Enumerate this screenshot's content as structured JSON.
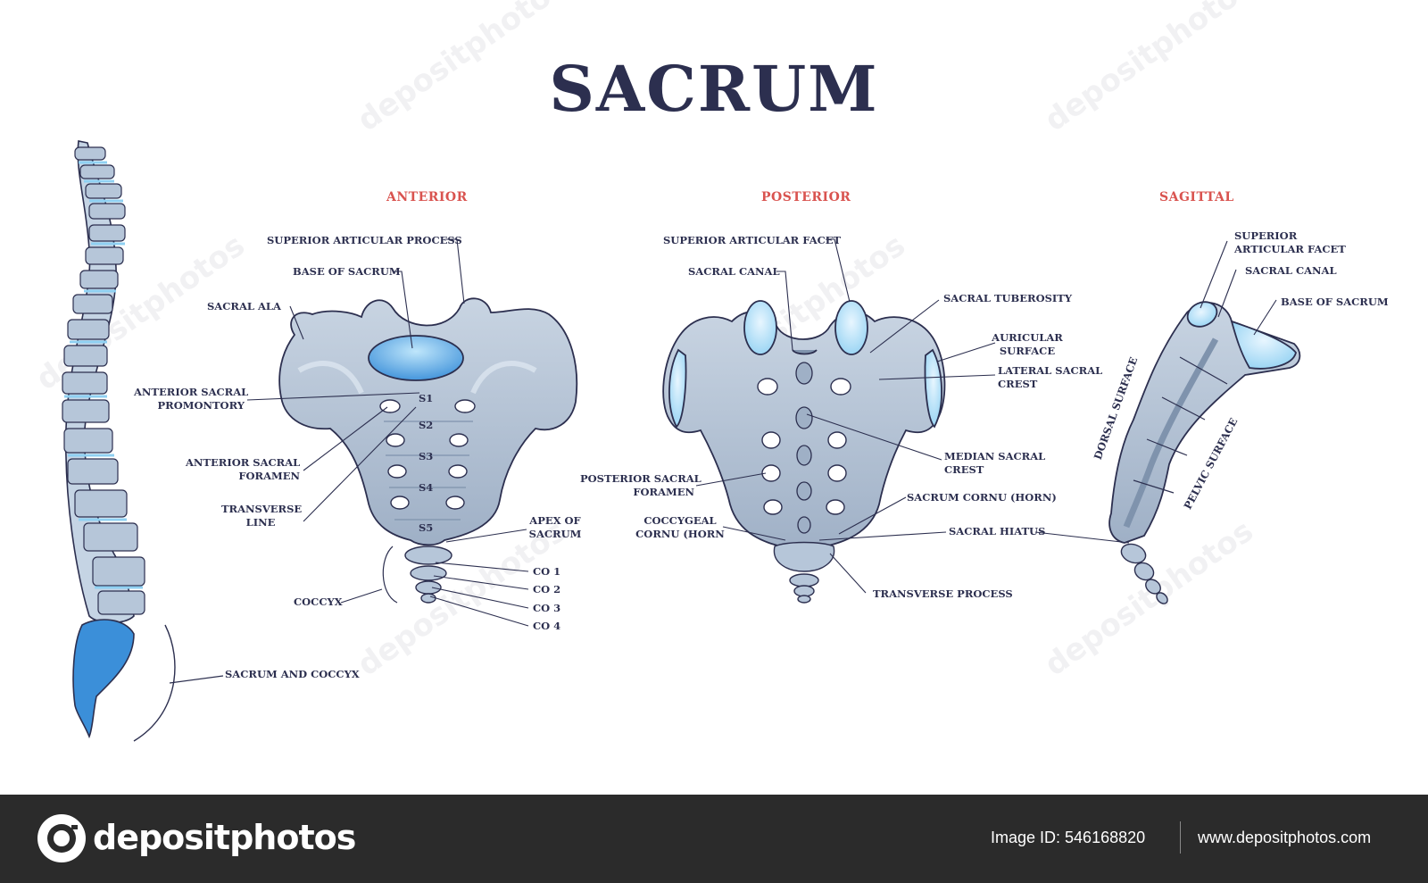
{
  "title": "SACRUM",
  "views": {
    "anterior": "ANTERIOR",
    "posterior": "POSTERIOR",
    "sagittal": "SAGITTAL"
  },
  "spine_labels": {
    "sacrum_and_coccyx": "SACRUM AND COCCYX"
  },
  "anterior_labels": {
    "superior_articular_process": "SUPERIOR ARTICULAR PROCESS",
    "base_of_sacrum": "BASE OF SACRUM",
    "sacral_ala": "SACRAL ALA",
    "anterior_sacral_promontory_1": "ANTERIOR SACRAL",
    "anterior_sacral_promontory_2": "PROMONTORY",
    "anterior_sacral_foramen_1": "ANTERIOR SACRAL",
    "anterior_sacral_foramen_2": "FORAMEN",
    "transverse_line_1": "TRANSVERSE",
    "transverse_line_2": "LINE",
    "coccyx": "COCCYX",
    "apex_1": "APEX OF",
    "apex_2": "SACRUM",
    "s1": "S1",
    "s2": "S2",
    "s3": "S3",
    "s4": "S4",
    "s5": "S5",
    "co1": "CO 1",
    "co2": "CO 2",
    "co3": "CO 3",
    "co4": "CO 4"
  },
  "posterior_labels": {
    "superior_articular_facet": "SUPERIOR ARTICULAR FACET",
    "sacral_canal": "SACRAL CANAL",
    "sacral_tuberosity": "SACRAL TUBEROSITY",
    "auricular_surface_1": "AURICULAR",
    "auricular_surface_2": "SURFACE",
    "lateral_sacral_crest_1": "LATERAL SACRAL",
    "lateral_sacral_crest_2": "CREST",
    "median_sacral_crest_1": "MEDIAN SACRAL",
    "median_sacral_crest_2": "CREST",
    "posterior_sacral_foramen_1": "POSTERIOR SACRAL",
    "posterior_sacral_foramen_2": "FORAMEN",
    "sacrum_cornu": "SACRUM CORNU (HORN)",
    "coccygeal_cornu_1": "COCCYGEAL",
    "coccygeal_cornu_2": "CORNU  (HORN",
    "sacral_hiatus": "SACRAL HIATUS",
    "transverse_process": "TRANSVERSE PROCESS"
  },
  "sagittal_labels": {
    "superior_articular_facet_1": "SUPERIOR",
    "superior_articular_facet_2": "ARTICULAR FACET",
    "sacral_canal": "SACRAL CANAL",
    "base_of_sacrum": "BASE OF SACRUM",
    "dorsal_surface": "DORSAL SURFACE",
    "pelvic_surface": "PELVIC SURFACE"
  },
  "footer": {
    "brand": "depositphotos",
    "image_id": "Image ID: 546168820",
    "url": "www.depositphotos.com"
  },
  "watermark": "depositphotos",
  "colors": {
    "title": "#2c2f4f",
    "view_title": "#d9534f",
    "bone": "#a9b8cc",
    "bone_light": "#c9d5e3",
    "highlight_blue": "#3b8fd9",
    "cartilage": "#bfe3f7",
    "footer_bg": "#2b2b2b"
  }
}
